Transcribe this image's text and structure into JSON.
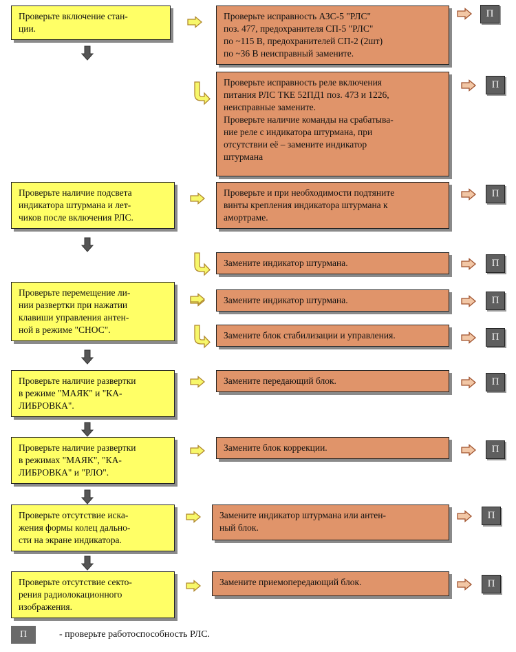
{
  "left_boxes": [
    "Проверьте включение стан-\nции.",
    "Проверьте наличие подсвета\nиндикатора штурмана и лет-\nчиков после включения РЛС.",
    "Проверьте  перемещение ли-\nнии развертки при нажатии\nклавиши управления  антен-\nной в режиме \"СНОС\".",
    "Проверьте наличие развертки\nв режиме \"МАЯК\" и \"КА-\nЛИБРОВКА\".",
    "Проверьте наличие развертки\nв режимах \"МАЯК\", \"КА-\nЛИБРОВКА\" и \"РЛО\".",
    "Проверьте отсутствие иска-\nжения формы колец дально-\nсти на экране индикатора.",
    "Проверьте отсутствие секто-\nрения радиолокационного\nизображения."
  ],
  "action_boxes": [
    "Проверьте исправность АЗС-5 \"РЛС\"\nпоз. 477, предохранителя СП-5 \"РЛС\"\nпо ~115 В, предохранителей СП-2 (2шт)\nпо ~36 В неисправный замените.",
    "Проверьте исправность реле включения\nпитания  РЛС ТКЕ 52ПД1 поз. 473 и 1226,\nнеисправные замените.\nПроверьте наличие команды на срабатыва-\nние реле с индикатора  штурмана, при\nотсутствии её – замените индикатор\nштурмана",
    "Проверьте и при необходимости подтяните\nвинты крепления индикатора штурмана к\nамортраме.",
    "Замените индикатор штурмана.",
    "Замените индикатор штурмана.",
    "Замените блок стабилизации и управления.",
    "Замените передающий блок.",
    "Замените блок коррекции.",
    "Замените индикатор штурмана  или антен-\nный блок.",
    "Замените приемопередающий блок."
  ],
  "p_label": "П",
  "legend": {
    "symbol": "П",
    "text": "- проверьте  работоспособность РЛС."
  },
  "colors": {
    "check_box": "#ffff66",
    "action_box": "#e0946a",
    "p_box": "#5f5f5f",
    "arrow_fill": "#f7f76a",
    "arrow_stroke": "#b0882e",
    "down_arrow": "#555555"
  }
}
